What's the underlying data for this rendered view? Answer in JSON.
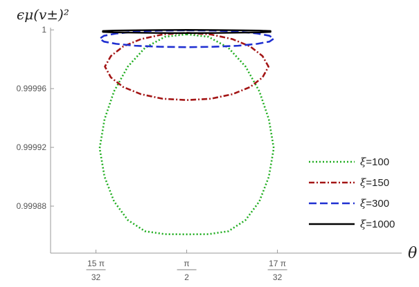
{
  "chart_data": {
    "type": "line",
    "title": "",
    "xlabel": "θ",
    "ylabel": "ϵμ(v±)²",
    "xlim": [
      1.4235,
      1.8034
    ],
    "ylim": [
      0.999848,
      1.0000015
    ],
    "x_ticks": [
      {
        "value": 1.47262,
        "num": "15 π",
        "den": "32"
      },
      {
        "value": 1.570796,
        "num": "π",
        "den": "2"
      },
      {
        "value": 1.668971,
        "num": "17 π",
        "den": "32"
      }
    ],
    "y_ticks": [
      {
        "value": 0.99988,
        "label": "0.99988"
      },
      {
        "value": 0.99992,
        "label": "0.99992"
      },
      {
        "value": 0.99996,
        "label": "0.99996"
      },
      {
        "value": 1.0,
        "label": "1"
      }
    ],
    "grid": false,
    "legend_position": "right",
    "series": [
      {
        "name": "ξ=100",
        "xi_symbol": "ξ",
        "xi_value": "=100",
        "color": "#1fad1f",
        "dash": "dotted",
        "x": [
          1.570796,
          1.5943,
          1.6159,
          1.6345,
          1.6494,
          1.6597,
          1.665,
          1.665,
          1.6597,
          1.6494,
          1.6345,
          1.6159,
          1.5943,
          1.570796,
          1.5473,
          1.5257,
          1.5071,
          1.4922,
          1.4819,
          1.4766,
          1.4766,
          1.4819,
          1.4922,
          1.5071,
          1.5257,
          1.5473,
          1.570796
        ],
        "y": [
          0.999997,
          0.9999953,
          0.9999878,
          0.999975,
          0.9999582,
          0.9999391,
          0.9999194,
          0.9999194,
          0.9999,
          0.9998832,
          0.9998705,
          0.9998629,
          0.9998609,
          0.9998608,
          0.9998609,
          0.9998629,
          0.9998705,
          0.9998832,
          0.9999,
          0.9999194,
          0.9999194,
          0.9999391,
          0.9999582,
          0.999975,
          0.9999878,
          0.9999953,
          0.999997
        ]
      },
      {
        "name": "ξ=150",
        "xi_symbol": "ξ",
        "xi_value": "=150",
        "color": "#a31515",
        "dash": "dashdot",
        "x": [
          1.570796,
          1.5968,
          1.6203,
          1.6395,
          1.6528,
          1.6593,
          1.6593,
          1.6528,
          1.6395,
          1.6203,
          1.5968,
          1.570796,
          1.5448,
          1.5213,
          1.5021,
          1.4888,
          1.4823,
          1.4823,
          1.4888,
          1.5021,
          1.5213,
          1.5448,
          1.570796
        ],
        "y": [
          0.999998,
          0.9999969,
          0.9999937,
          0.9999887,
          0.9999822,
          0.999975,
          0.999975,
          0.9999676,
          0.9999611,
          0.9999562,
          0.9999531,
          0.9999522,
          0.9999531,
          0.9999562,
          0.9999611,
          0.9999676,
          0.999975,
          0.999975,
          0.9999822,
          0.9999887,
          0.9999937,
          0.9999969,
          0.999998
        ]
      },
      {
        "name": "ξ=300",
        "xi_symbol": "ξ",
        "xi_value": "=300",
        "color": "#1f2fd1",
        "dash": "dashed",
        "x": [
          1.570796,
          1.6001,
          1.6265,
          1.6472,
          1.6603,
          1.665,
          1.6603,
          1.6472,
          1.6265,
          1.6001,
          1.570796,
          1.5415,
          1.5151,
          1.4944,
          1.4813,
          1.4766,
          1.4813,
          1.4944,
          1.5151,
          1.5415,
          1.570796
        ],
        "y": [
          0.9999997,
          0.9999995,
          0.9999988,
          0.9999975,
          0.999996,
          0.999994,
          0.999992,
          0.9999905,
          0.9999892,
          0.9999885,
          0.9999882,
          0.9999885,
          0.9999892,
          0.9999905,
          0.999992,
          0.999994,
          0.999996,
          0.9999975,
          0.9999988,
          0.9999995,
          0.9999997
        ]
      },
      {
        "name": "ξ=1000",
        "xi_symbol": "ξ",
        "xi_value": "=1000",
        "color": "#000000",
        "dash": "solid",
        "x": [
          1.570796,
          1.601,
          1.629,
          1.65,
          1.6615,
          1.6615,
          1.65,
          1.629,
          1.601,
          1.570796,
          1.5406,
          1.5126,
          1.4916,
          1.4801,
          1.4801,
          1.4916,
          1.5126,
          1.5406,
          1.570796
        ],
        "y": [
          1.0,
          0.9999999,
          0.9999997,
          0.9999995,
          0.9999992,
          0.9999986,
          0.9999983,
          0.9999981,
          0.9999979,
          0.9999978,
          0.9999979,
          0.9999981,
          0.9999983,
          0.9999986,
          0.9999992,
          0.9999995,
          0.9999997,
          0.9999999,
          1.0
        ]
      }
    ]
  }
}
